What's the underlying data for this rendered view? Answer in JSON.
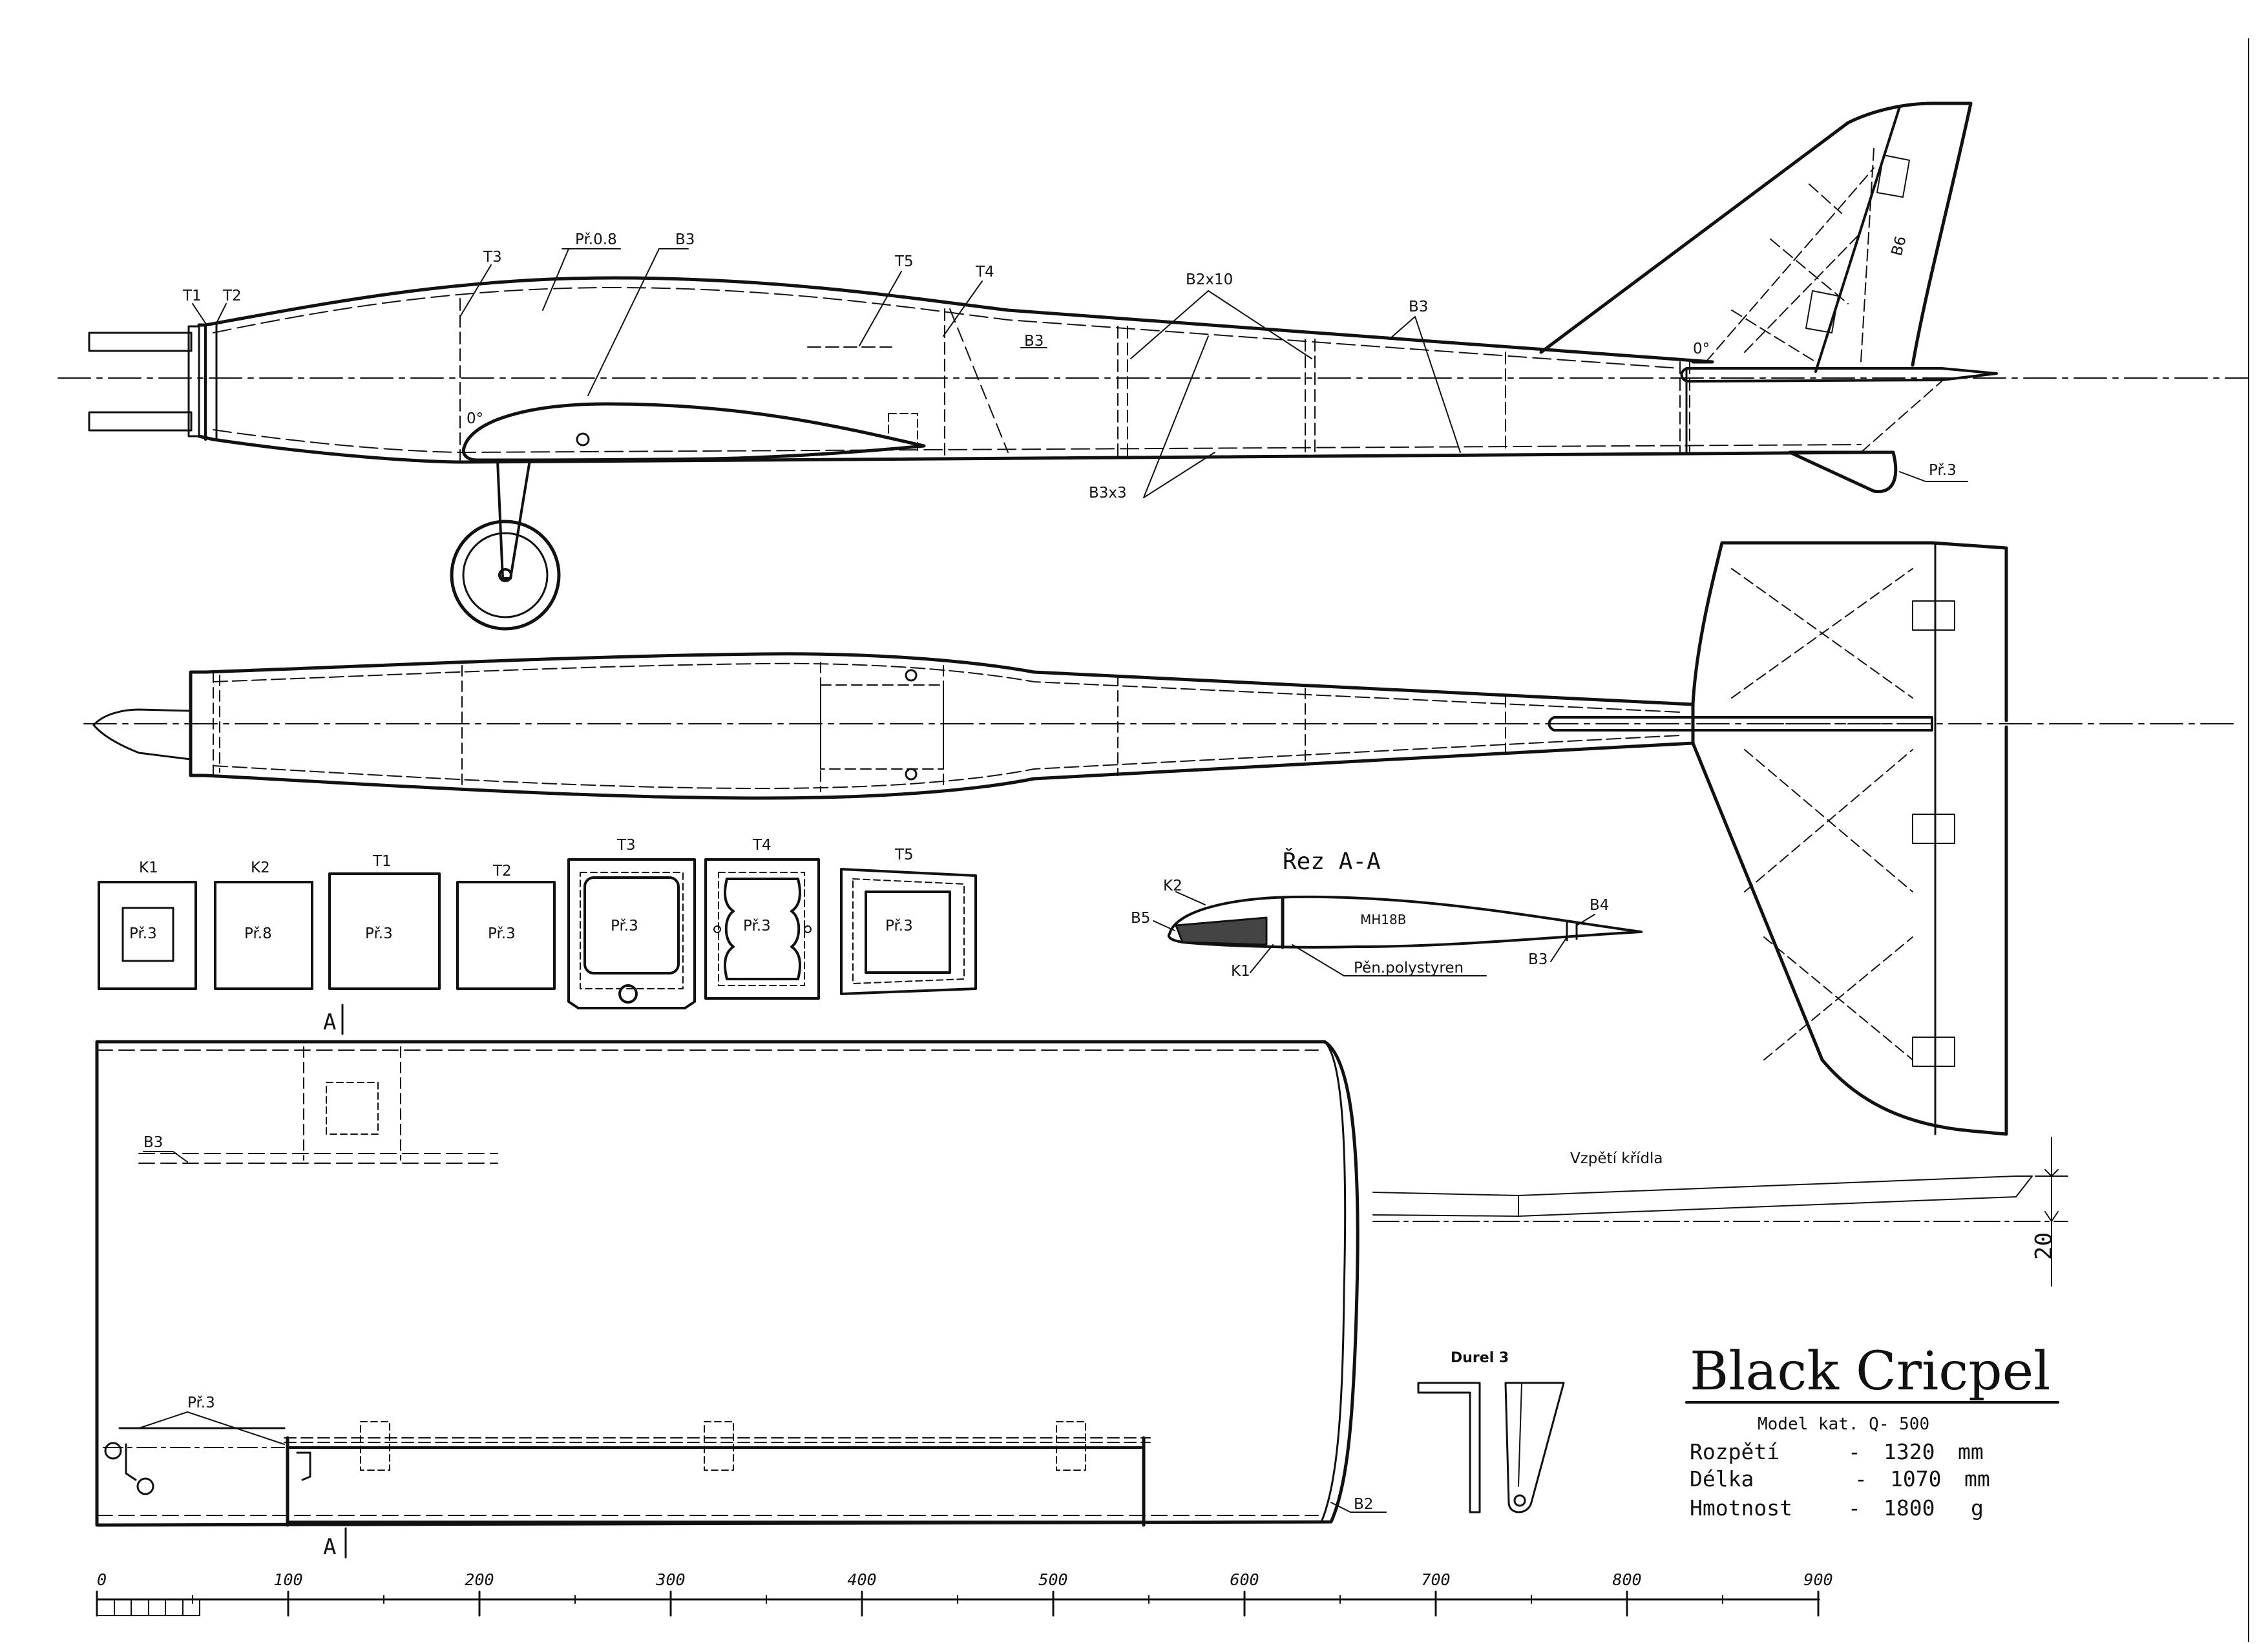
{
  "title": "Black Cricpel",
  "subtitle": "Model kat. Q- 500",
  "specs": [
    {
      "label": "Rozpětí",
      "sep": "-",
      "value": "1320",
      "unit": "mm"
    },
    {
      "label": "Délka",
      "sep": "-",
      "value": "1070",
      "unit": "mm"
    },
    {
      "label": "Hmotnost",
      "sep": "-",
      "value": "1800",
      "unit": "g"
    }
  ],
  "side_view": {
    "labels": {
      "t1": "T1",
      "t2": "T2",
      "t3": "T3",
      "t4": "T4",
      "t5": "T5",
      "pr08": "Př.0.8",
      "b3_top": "B3",
      "b3_mid": "B3",
      "b3_right": "B3",
      "b2x10": "B2x10",
      "b3x3": "B3x3",
      "b6": "B6",
      "zero_wing": "0°",
      "zero_tail": "0°",
      "pr3_tail": "Př.3"
    }
  },
  "formers": [
    {
      "name": "K1",
      "mat": "Př.3"
    },
    {
      "name": "K2",
      "mat": "Př.8"
    },
    {
      "name": "T1",
      "mat": "Př.3"
    },
    {
      "name": "T2",
      "mat": "Př.3"
    },
    {
      "name": "T3",
      "mat": "Př.3"
    },
    {
      "name": "T4",
      "mat": "Př.3"
    },
    {
      "name": "T5",
      "mat": "Př.3"
    }
  ],
  "section": {
    "title": "Řez A-A",
    "k2": "K2",
    "b5": "B5",
    "k1": "K1",
    "b4": "B4",
    "b3": "B3",
    "airfoil": "MH18B",
    "core": "Pěn.polystyren"
  },
  "wing": {
    "a_top": "A",
    "a_bottom": "A",
    "b3": "B3",
    "pr3": "Př.3",
    "b2": "B2"
  },
  "dihedral": {
    "label": "Vzpětí křídla",
    "dim": "20"
  },
  "bellcrank": {
    "label": "Durel 3"
  },
  "scale": {
    "ticks": [
      "0",
      "100",
      "200",
      "300",
      "400",
      "500",
      "600",
      "700",
      "800",
      "900"
    ]
  }
}
